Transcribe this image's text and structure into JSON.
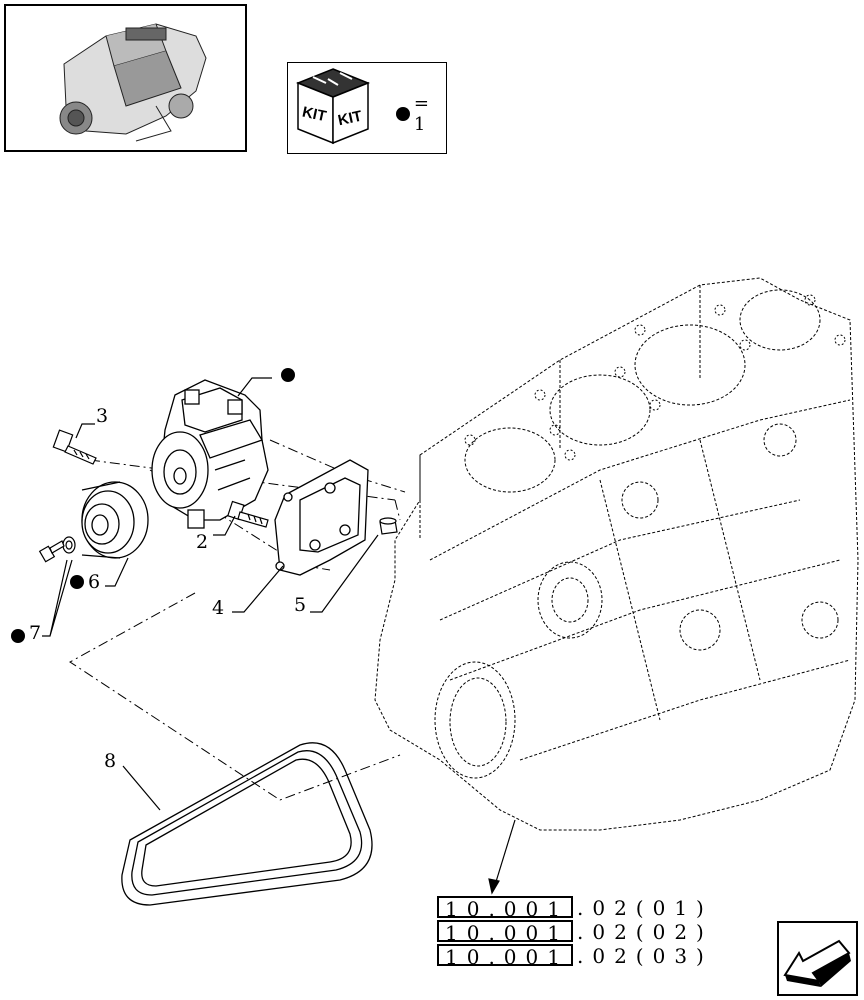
{
  "kit_legend": {
    "kit_label_left": "KIT",
    "kit_label_right": "KIT",
    "equals": "= 1"
  },
  "callouts": [
    {
      "id": "c3",
      "text": "3"
    },
    {
      "id": "c2",
      "text": "2"
    },
    {
      "id": "c6",
      "text": "6"
    },
    {
      "id": "c7",
      "text": "7"
    },
    {
      "id": "c4",
      "text": "4"
    },
    {
      "id": "c5",
      "text": "5"
    },
    {
      "id": "c8",
      "text": "8"
    }
  ],
  "references": [
    {
      "code": "10.001",
      "suffix": ".02(01)"
    },
    {
      "code": "10.001",
      "suffix": ".02(02)"
    },
    {
      "code": "10.001",
      "suffix": ".02(03)"
    }
  ]
}
